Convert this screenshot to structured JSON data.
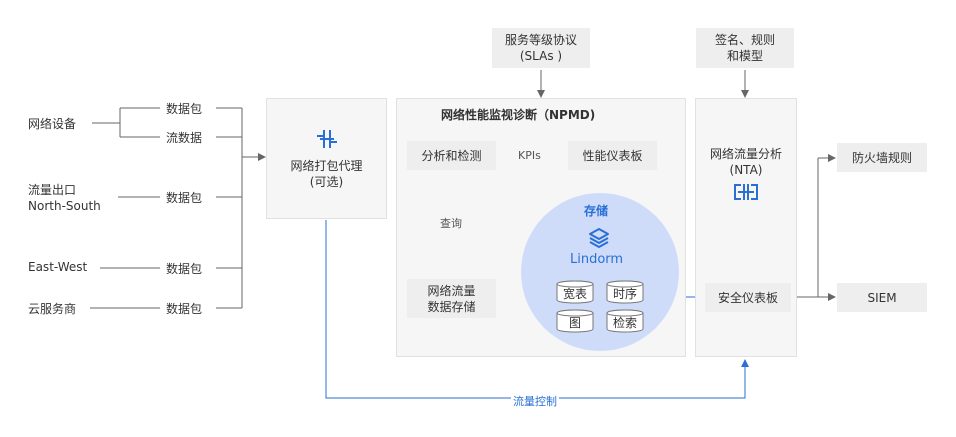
{
  "sources": {
    "network_device": "网络设备",
    "north_south": "流量出口\nNorth-South",
    "east_west": "East-West",
    "cloud_provider": "云服务商"
  },
  "source_labels": {
    "packet_1": "数据包",
    "flow_data": "流数据",
    "packet_2": "数据包",
    "packet_3": "数据包",
    "packet_4": "数据包"
  },
  "agent": {
    "label": "网络打包代理\n(可选)"
  },
  "sla": {
    "label": "服务等级协议\n(SLAs )"
  },
  "signatures": {
    "label": "签名、规则\n和模型"
  },
  "npmd": {
    "title": "网络性能监视诊断（NPMD)",
    "analysis": "分析和检测",
    "kpis": "KPIs",
    "dashboard": "性能仪表板",
    "query": "查询",
    "storage": "网络流量\n数据存储"
  },
  "store": {
    "title": "存储",
    "product": "Lindorm",
    "items": [
      "宽表",
      "时序",
      "图",
      "检索"
    ]
  },
  "nta": {
    "title": "网络流量分析\n(NTA)",
    "security_dashboard": "安全仪表板"
  },
  "outputs": {
    "firewall": "防火墙规则",
    "siem": "SIEM"
  },
  "flow_control": "流量控制",
  "colors": {
    "blue_line": "#2a6fd6",
    "circle": "#cfdcf9",
    "box_gray": "#eeeeee",
    "panel": "#f6f6f6"
  }
}
